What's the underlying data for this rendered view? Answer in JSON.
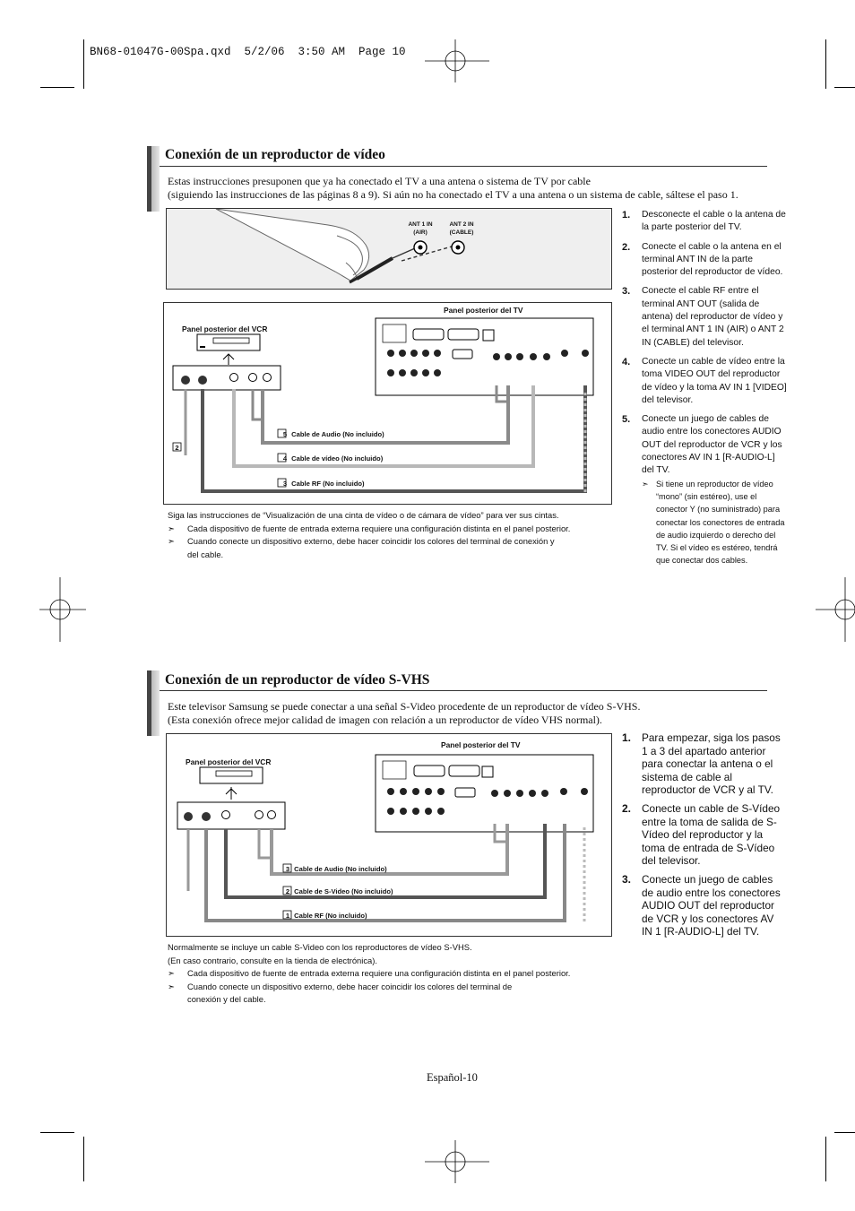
{
  "header": {
    "file_line": "BN68-01047G-00Spa.qxd  5/2/06  3:50 AM  Page 10"
  },
  "section1": {
    "title": "Conexión de un reproductor de vídeo",
    "intro": [
      "Estas instrucciones presuponen que ya ha conectado el TV a una antena o sistema de TV por cable",
      "(siguiendo las instrucciones de las páginas 8 a 9). Si aún no ha conectado el TV a una antena o un sistema de cable, sáltese el paso 1."
    ],
    "antenna": {
      "ant1": [
        "ANT 1 IN",
        "(AIR)"
      ],
      "ant2": [
        "ANT 2 IN",
        "(CABLE)"
      ]
    },
    "diagram": {
      "tv_panel_label": "Panel posterior del TV",
      "vcr_panel_label": "Panel posterior del VCR",
      "cables": [
        {
          "num": "5",
          "label": "Cable de Audio (No incluido)"
        },
        {
          "num": "4",
          "label": "Cable de vídeo (No incluido)"
        },
        {
          "num": "3",
          "label": "Cable RF (No incluido)"
        }
      ],
      "step_marker": "2"
    },
    "notes": [
      {
        "arrow": false,
        "text": [
          "Siga las instrucciones de “Visualización de una cinta de vídeo o de cámara de vídeo” para ver sus cintas."
        ]
      },
      {
        "arrow": true,
        "text": [
          "Cada dispositivo de fuente de entrada externa requiere una configuración distinta en el panel posterior."
        ]
      },
      {
        "arrow": true,
        "text": [
          "Cuando conecte un dispositivo externo, debe hacer coincidir los colores del terminal de conexión y",
          "del cable."
        ]
      }
    ],
    "steps": [
      {
        "num": "1.",
        "text": "Desconecte el cable o la antena de la parte posterior del TV."
      },
      {
        "num": "2.",
        "text": "Conecte el cable o la antena en el terminal ANT IN de la parte posterior del reproductor de vídeo."
      },
      {
        "num": "3.",
        "text": "Conecte el cable RF entre el terminal ANT OUT (salida de antena) del reproductor de vídeo y el terminal ANT 1 IN (AIR) o ANT 2 IN (CABLE) del televisor."
      },
      {
        "num": "4.",
        "text": "Conecte un cable de vídeo entre la toma VIDEO OUT del reproductor de vídeo y la toma AV IN 1 [VIDEO] del televisor."
      },
      {
        "num": "5.",
        "text": "Conecte un juego de cables de audio entre los conectores AUDIO OUT del reproductor de VCR y los conectores AV IN 1 [R-AUDIO-L] del TV."
      }
    ],
    "step5_note": "Si tiene un reproductor de vídeo “mono” (sin estéreo), use el conector Y (no suministrado) para conectar los conectores de entrada de audio izquierdo o derecho del TV. Si el vídeo es estéreo, tendrá que conectar dos cables."
  },
  "section2": {
    "title": "Conexión de un reproductor de vídeo S-VHS",
    "intro": [
      "Este televisor Samsung se puede conectar a una señal S-Video procedente de un reproductor de vídeo S-VHS.",
      "(Esta conexión ofrece mejor calidad de imagen con relación a un reproductor de vídeo VHS normal)."
    ],
    "diagram": {
      "tv_panel_label": "Panel posterior del TV",
      "vcr_panel_label": "Panel posterior del VCR",
      "cables": [
        {
          "num": "3",
          "label": "Cable de Audio (No incluido)"
        },
        {
          "num": "2",
          "label": "Cable de S-Video (No incluido)"
        },
        {
          "num": "1",
          "label": "Cable RF (No incluido)"
        }
      ]
    },
    "notes": [
      {
        "arrow": false,
        "text": [
          "Normalmente se incluye un cable S-Video con los reproductores de vídeo S-VHS."
        ]
      },
      {
        "arrow": false,
        "text": [
          "(En caso contrario, consulte en la tienda de electrónica)."
        ]
      },
      {
        "arrow": true,
        "text": [
          "Cada dispositivo de fuente de entrada externa requiere una configuración distinta en el panel posterior."
        ]
      },
      {
        "arrow": true,
        "text": [
          "Cuando conecte un dispositivo externo, debe hacer coincidir los colores del terminal de",
          "conexión y del cable."
        ]
      }
    ],
    "steps": [
      {
        "num": "1.",
        "text": "Para empezar, siga los pasos 1 a 3 del apartado anterior para conectar la antena o el sistema de cable al reproductor de VCR y al TV."
      },
      {
        "num": "2.",
        "text": "Conecte un cable de S-Vídeo entre la toma de salida de S-Vídeo del reproductor y la toma de entrada de S-Vídeo del televisor."
      },
      {
        "num": "3.",
        "text": "Conecte un juego de cables de audio entre los conectores AUDIO OUT del reproductor de VCR y los conectores AV IN 1 [R-AUDIO-L] del TV."
      }
    ]
  },
  "footer": {
    "page": "Español-10"
  },
  "colors": {
    "cable_dark": "#555555",
    "cable_mid": "#8a8a8a",
    "cable_light": "#b8b8b8",
    "title_bar": "#444444"
  }
}
